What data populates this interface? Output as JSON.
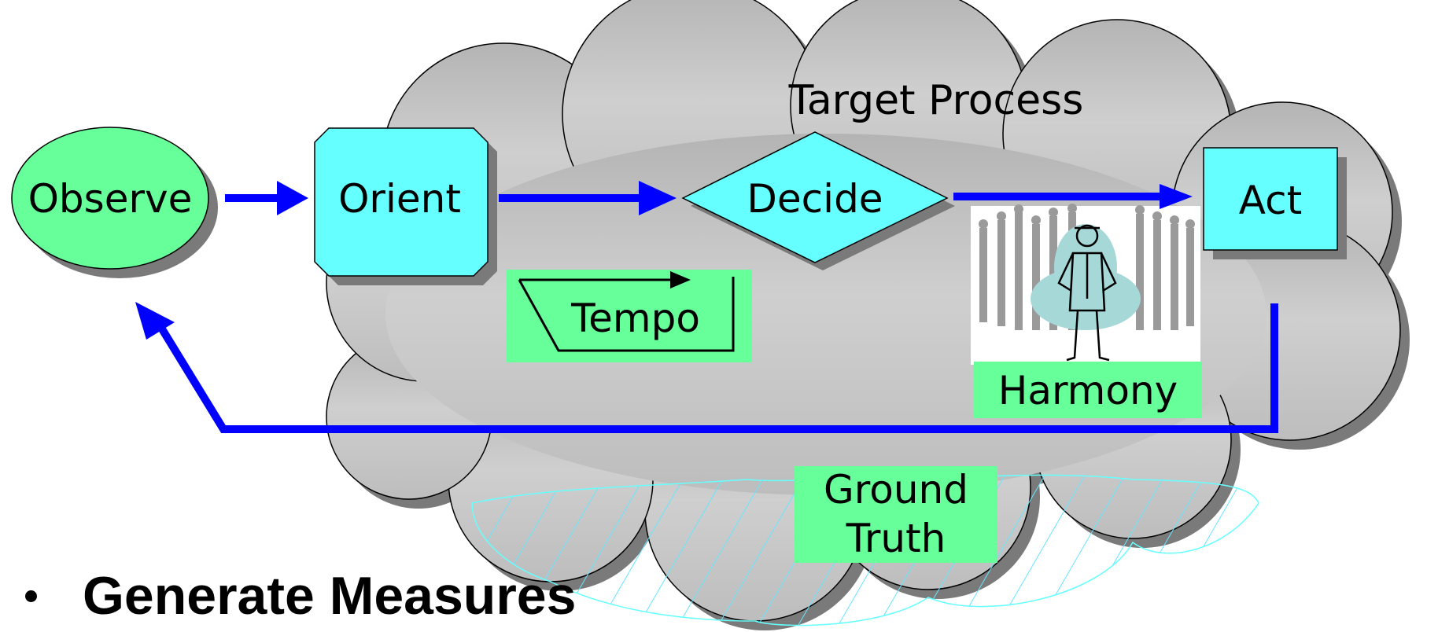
{
  "diagram": {
    "cloud_title": "Target Process",
    "nodes": {
      "observe": "Observe",
      "orient": "Orient",
      "decide": "Decide",
      "act": "Act"
    },
    "labels": {
      "tempo": "Tempo",
      "harmony": "Harmony",
      "ground_truth_line1": "Ground",
      "ground_truth_line2": "Truth"
    },
    "colors": {
      "arrow": "#0000ff",
      "cyan_fill": "#66ffff",
      "green_fill": "#66ff99",
      "ellipse_fill": "#66ff99",
      "cloud_fill": "#c8c8c8",
      "hatch": "#66ffff"
    }
  },
  "bullets": [
    "Generate Measures"
  ]
}
